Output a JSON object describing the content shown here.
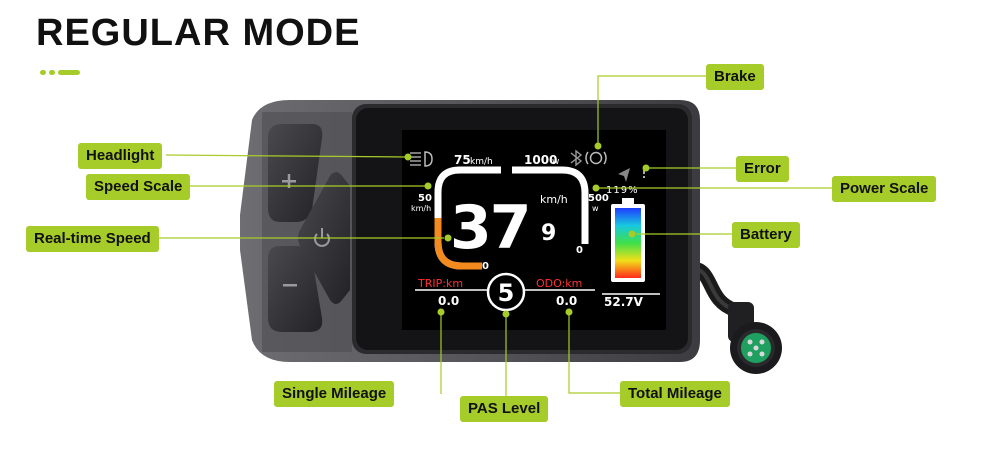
{
  "title": "REGULAR MODE",
  "labels": {
    "headlight": "Headlight",
    "speed_scale": "Speed Scale",
    "realtime_speed": "Real-time Speed",
    "brake": "Brake",
    "error": "Error",
    "power_scale": "Power Scale",
    "battery": "Battery",
    "single_mileage": "Single Mileage",
    "pas_level": "PAS Level",
    "total_mileage": "Total Mileage"
  },
  "display": {
    "speed_max": "75",
    "speed_max_unit": "km/h",
    "power_max": "1000",
    "power_max_unit": "w",
    "speed_mid": "50",
    "speed_mid_unit": "km/h",
    "power_mid": "500",
    "power_mid_unit": "w",
    "speed_zero": "0",
    "power_zero": "0",
    "speed_int": "37",
    "speed_dec": "9",
    "speed_unit": "km/h",
    "power_percent": "119%",
    "trip_label": "TRIP:km",
    "odo_label": "ODO:km",
    "trip_value": "0.0",
    "odo_value": "0.0",
    "pas_level": "5",
    "voltage": "52.7V"
  },
  "colors": {
    "accent": "#a6cc2a",
    "red_text": "#ff3030",
    "speed_arc": "#f28a1e"
  },
  "icons": {
    "headlight": "headlight-icon",
    "brake": "brake-icon",
    "bluetooth": "bluetooth-icon",
    "error": "error-icon",
    "battery": "battery-icon",
    "plus": "plus-icon",
    "minus": "minus-icon",
    "power": "power-icon"
  }
}
